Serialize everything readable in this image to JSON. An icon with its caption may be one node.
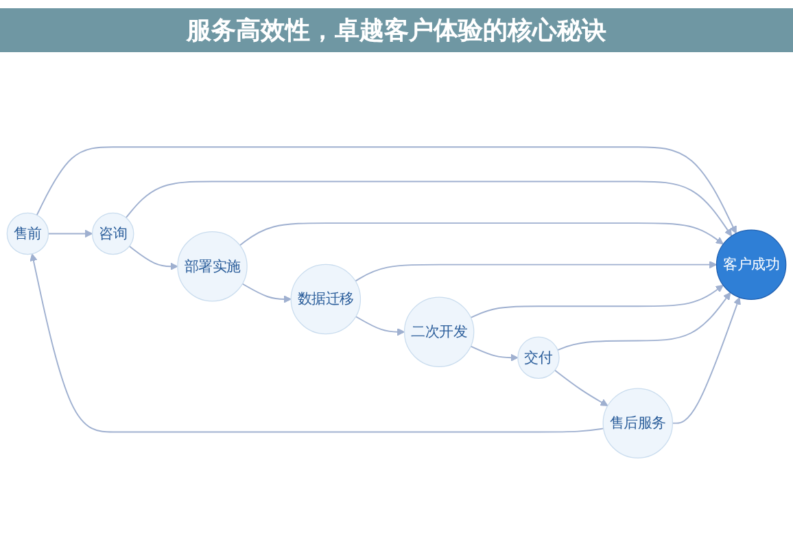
{
  "diagram": {
    "title": "服务高效性，卓越客户体验的核心秘诀",
    "nodes": [
      {
        "text": [
          "售前"
        ]
      },
      {
        "text": [
          "咨询"
        ]
      },
      {
        "text": [
          "部署实施"
        ]
      },
      {
        "text": [
          "数据迁移"
        ]
      },
      {
        "text": [
          "二次开发"
        ]
      },
      {
        "text": [
          "交付"
        ]
      },
      {
        "text": [
          "售后服务"
        ]
      },
      {
        "text": [
          "客户成功"
        ]
      }
    ],
    "edges": [
      {
        "from": 0,
        "to": 1,
        "arrow": "to"
      },
      {
        "from": 1,
        "to": 2,
        "arrow": "to"
      },
      {
        "from": 2,
        "to": 3,
        "arrow": "to"
      },
      {
        "from": 3,
        "to": 4,
        "arrow": "to"
      },
      {
        "from": 4,
        "to": 5,
        "arrow": "to"
      },
      {
        "from": 5,
        "to": 6,
        "arrow": "to"
      },
      {
        "from": 6,
        "to": 0,
        "arrow": "to"
      },
      {
        "from": 0,
        "to": 7,
        "arrow": "to"
      },
      {
        "from": 1,
        "to": 7,
        "arrow": "to"
      },
      {
        "from": 2,
        "to": 7,
        "arrow": "to"
      },
      {
        "from": 3,
        "to": 7,
        "arrow": "to"
      },
      {
        "from": 4,
        "to": 7,
        "arrow": "to"
      },
      {
        "from": 5,
        "to": 7,
        "arrow": "to"
      },
      {
        "from": 6,
        "to": 7,
        "arrow": "to"
      }
    ]
  }
}
